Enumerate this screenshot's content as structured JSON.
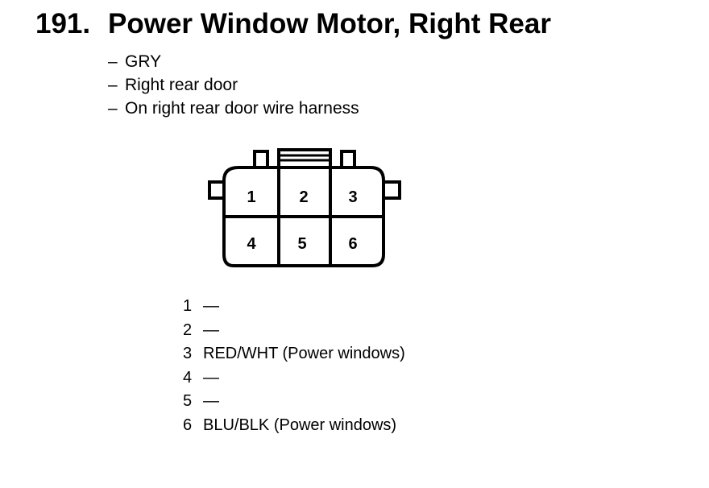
{
  "title": {
    "number": "191.",
    "text": "Power Window Motor, Right Rear"
  },
  "info": [
    {
      "dash": "–",
      "text": "GRY"
    },
    {
      "dash": "–",
      "text": "Right rear door"
    },
    {
      "dash": "–",
      "text": "On right rear door wire harness"
    }
  ],
  "connector": {
    "cavities": [
      "1",
      "2",
      "3",
      "4",
      "5",
      "6"
    ]
  },
  "pins": [
    {
      "number": "1",
      "circuit": "—"
    },
    {
      "number": "2",
      "circuit": "—"
    },
    {
      "number": "3",
      "circuit": "RED/WHT (Power windows)"
    },
    {
      "number": "4",
      "circuit": "—"
    },
    {
      "number": "5",
      "circuit": "—"
    },
    {
      "number": "6",
      "circuit": "BLU/BLK (Power windows)"
    }
  ]
}
